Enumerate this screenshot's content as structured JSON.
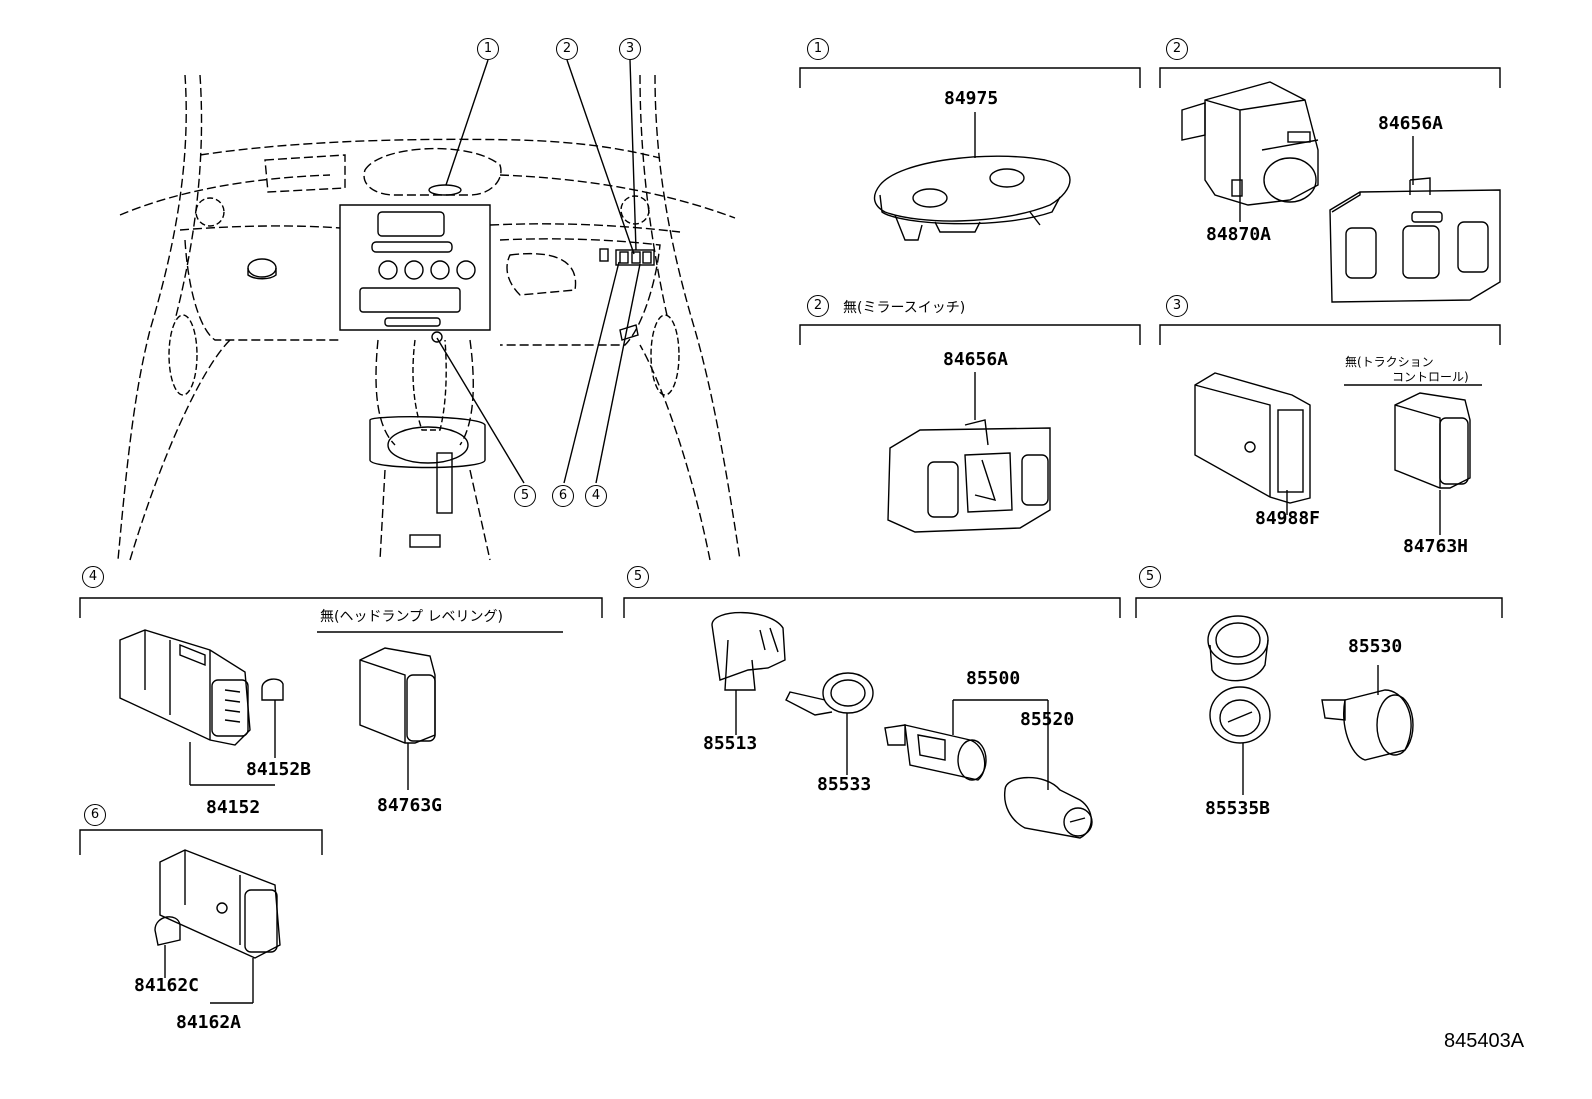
{
  "diagram_id": "845403A",
  "overview_callouts": [
    "1",
    "2",
    "3",
    "5",
    "6",
    "4"
  ],
  "sections": [
    {
      "ref": "1",
      "parts": [
        "84975"
      ]
    },
    {
      "ref": "2",
      "parts": [
        "84656A",
        "84870A"
      ]
    },
    {
      "ref": "2",
      "note": "無(ミラースイッチ)",
      "parts": [
        "84656A"
      ]
    },
    {
      "ref": "3",
      "note_line1": "無(トラクション",
      "note_line2": "コントロール)",
      "parts": [
        "84988F",
        "84763H"
      ]
    },
    {
      "ref": "4",
      "note": "無(ヘッドランプ レベリング)",
      "parts": [
        "84152",
        "84152B",
        "84763G"
      ]
    },
    {
      "ref": "5",
      "parts": [
        "85513",
        "85533",
        "85500",
        "85520"
      ]
    },
    {
      "ref": "5",
      "parts": [
        "85530",
        "85535B"
      ]
    },
    {
      "ref": "6",
      "parts": [
        "84162C",
        "84162A"
      ]
    }
  ]
}
